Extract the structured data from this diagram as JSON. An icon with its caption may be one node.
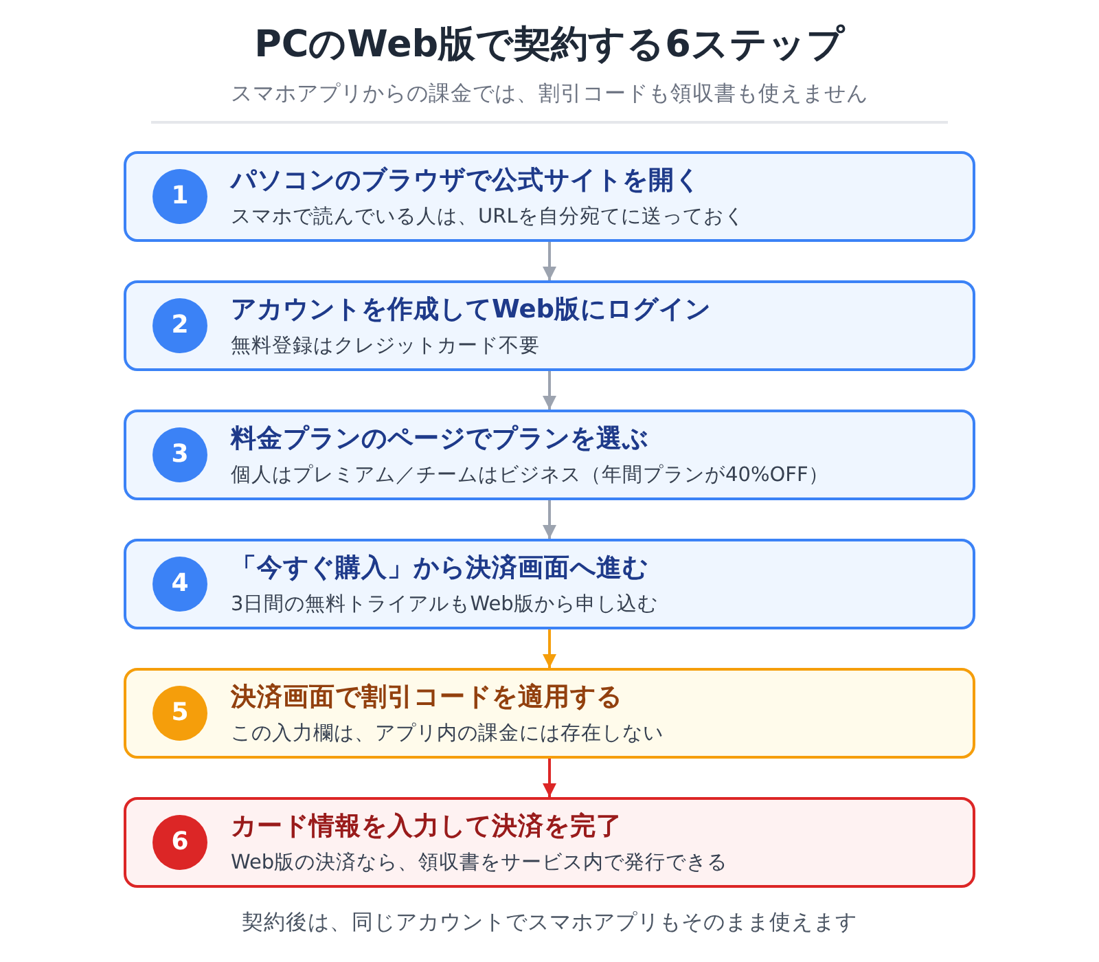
{
  "diagram": {
    "title": "PCのWeb版で契約する6ステップ",
    "caption": "契約後は、同じアカウントでスマホアプリもそのまま使えます",
    "labels": [
      "スマホアプリからの課金では、割引コードも領収書も使えません"
    ],
    "nodes": [
      {
        "text": [
          "1",
          "パソコンのブラウザで公式サイトを開く",
          "スマホで読んでいる人は、URLを自分宛てに送っておく"
        ]
      },
      {
        "text": [
          "2",
          "アカウントを作成してWeb版にログイン",
          "無料登録はクレジットカード不要"
        ]
      },
      {
        "text": [
          "3",
          "料金プランのページでプランを選ぶ",
          "個人はプレミアム／チームはビジネス（年間プランが40%OFF）"
        ]
      },
      {
        "text": [
          "4",
          "「今すぐ購入」から決済画面へ進む",
          "3日間の無料トライアルもWeb版から申し込む"
        ]
      },
      {
        "text": [
          "5",
          "決済画面で割引コードを適用する",
          "この入力欄は、アプリ内の課金には存在しない"
        ]
      },
      {
        "text": [
          "6",
          "カード情報を入力して決済を完了",
          "Web版の決済なら、領収書をサービス内で発行できる"
        ]
      }
    ],
    "edges": [
      {
        "from": 0,
        "to": 1,
        "arrow": "to"
      },
      {
        "from": 1,
        "to": 2,
        "arrow": "to"
      },
      {
        "from": 2,
        "to": 3,
        "arrow": "to"
      },
      {
        "from": 3,
        "to": 4,
        "arrow": "to",
        "color": "#f59e0b"
      },
      {
        "from": 4,
        "to": 5,
        "arrow": "to",
        "color": "#dc2626"
      }
    ]
  }
}
